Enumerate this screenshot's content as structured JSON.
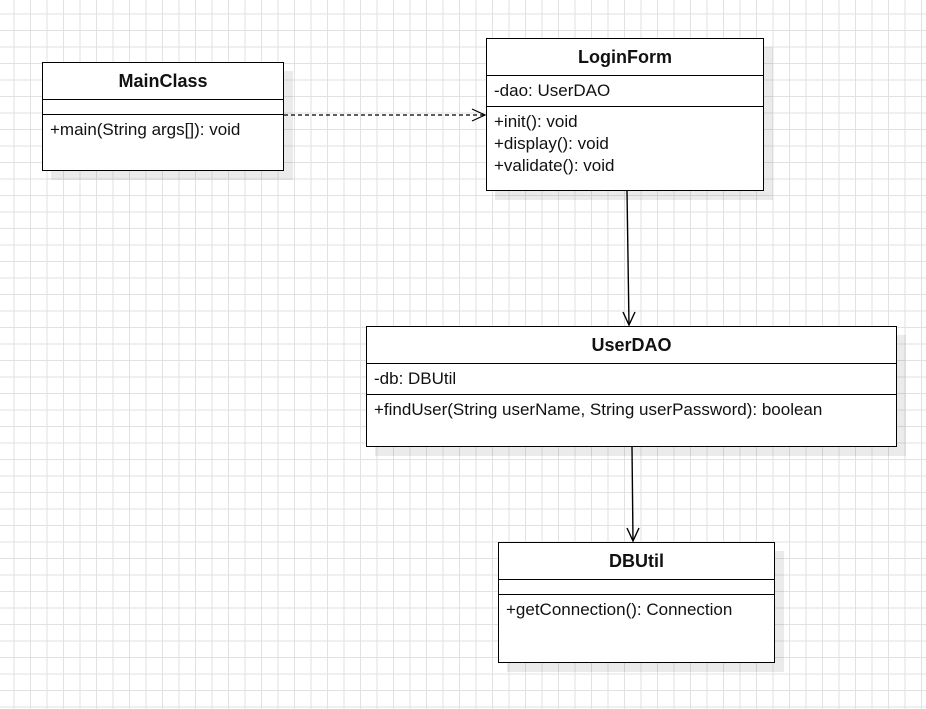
{
  "diagram": {
    "classes": [
      {
        "id": "MainClass",
        "name": "MainClass",
        "attributes": [],
        "operations": [
          "+main(String args[]): void"
        ]
      },
      {
        "id": "LoginForm",
        "name": "LoginForm",
        "attributes": [
          "-dao: UserDAO"
        ],
        "operations": [
          "+init(): void",
          "+display(): void",
          "+validate(): void"
        ]
      },
      {
        "id": "UserDAO",
        "name": "UserDAO",
        "attributes": [
          "-db: DBUtil"
        ],
        "operations": [
          "+findUser(String userName, String userPassword): boolean"
        ]
      },
      {
        "id": "DBUtil",
        "name": "DBUtil",
        "attributes": [],
        "operations": [
          "+getConnection(): Connection"
        ]
      }
    ],
    "relationships": [
      {
        "from": "MainClass",
        "to": "LoginForm",
        "type": "dependency",
        "line": "dashed",
        "arrowhead": "open"
      },
      {
        "from": "LoginForm",
        "to": "UserDAO",
        "type": "association",
        "line": "solid",
        "arrowhead": "open"
      },
      {
        "from": "UserDAO",
        "to": "DBUtil",
        "type": "association",
        "line": "solid",
        "arrowhead": "open"
      }
    ]
  },
  "colors": {
    "background": "#ffffff",
    "grid": "#e2e2e2",
    "stroke": "#000000",
    "shadow": "#ebebeb"
  }
}
